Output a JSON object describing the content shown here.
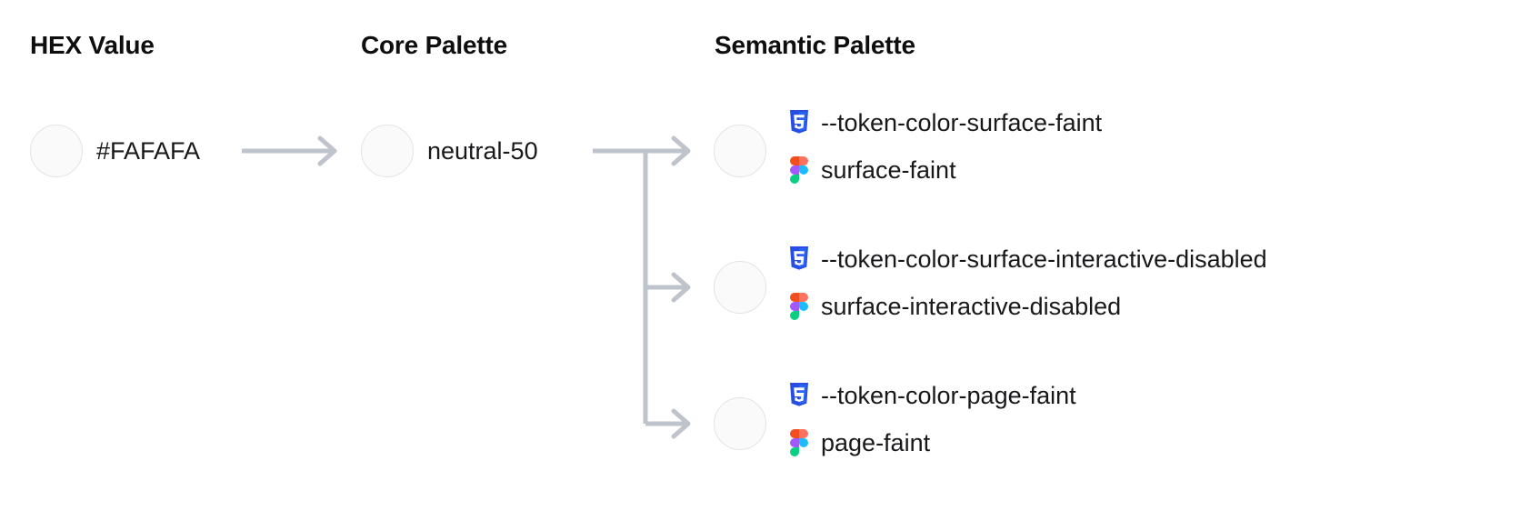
{
  "columns": {
    "hex": {
      "heading": "HEX Value"
    },
    "core": {
      "heading": "Core Palette"
    },
    "semantic": {
      "heading": "Semantic Palette"
    }
  },
  "hex_value": {
    "label": "#FAFAFA",
    "swatch_color": "#FAFAFA",
    "swatch_border": "#E4E4E7"
  },
  "core_value": {
    "label": "neutral-50",
    "swatch_color": "#FAFAFA",
    "swatch_border": "#E4E4E7"
  },
  "semantic_tokens": [
    {
      "css_icon": "css3-icon",
      "css_variable": "--token-color-surface-faint",
      "figma_icon": "figma-icon",
      "figma_name": "surface-faint",
      "swatch_color": "#FAFAFA"
    },
    {
      "css_icon": "css3-icon",
      "css_variable": "--token-color-surface-interactive-disabled",
      "figma_icon": "figma-icon",
      "figma_name": "surface-interactive-disabled",
      "swatch_color": "#FAFAFA"
    },
    {
      "css_icon": "css3-icon",
      "css_variable": "--token-color-page-faint",
      "figma_icon": "figma-icon",
      "figma_name": "page-faint",
      "swatch_color": "#FAFAFA"
    }
  ],
  "connectors": {
    "arrow_color": "#BFC3CC",
    "description": "hex-to-core straight arrow; core-to-semantic branching trunk with three arrows"
  },
  "palette": {
    "css_icon_blue": "#264DE4",
    "css_icon_blue_dark": "#2965F1",
    "figma_red": "#F24E1E",
    "figma_purple": "#A259FF",
    "figma_blue": "#1ABCFE",
    "figma_green": "#0ACF83",
    "text_color": "#18181B",
    "background": "#FFFFFF"
  }
}
